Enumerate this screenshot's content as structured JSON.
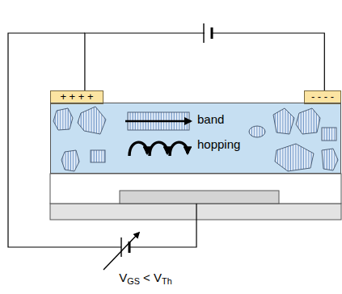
{
  "diagram": {
    "nodes": [
      {
        "text": [
          "+ + + +"
        ]
      },
      {
        "text": [
          "- - - -"
        ]
      },
      {
        "text": [
          "band",
          "hopping"
        ]
      }
    ],
    "edges": [
      {
        "from": 0,
        "to": 1,
        "arrow": "none"
      }
    ],
    "labels": [
      "VGS < VTh"
    ]
  }
}
